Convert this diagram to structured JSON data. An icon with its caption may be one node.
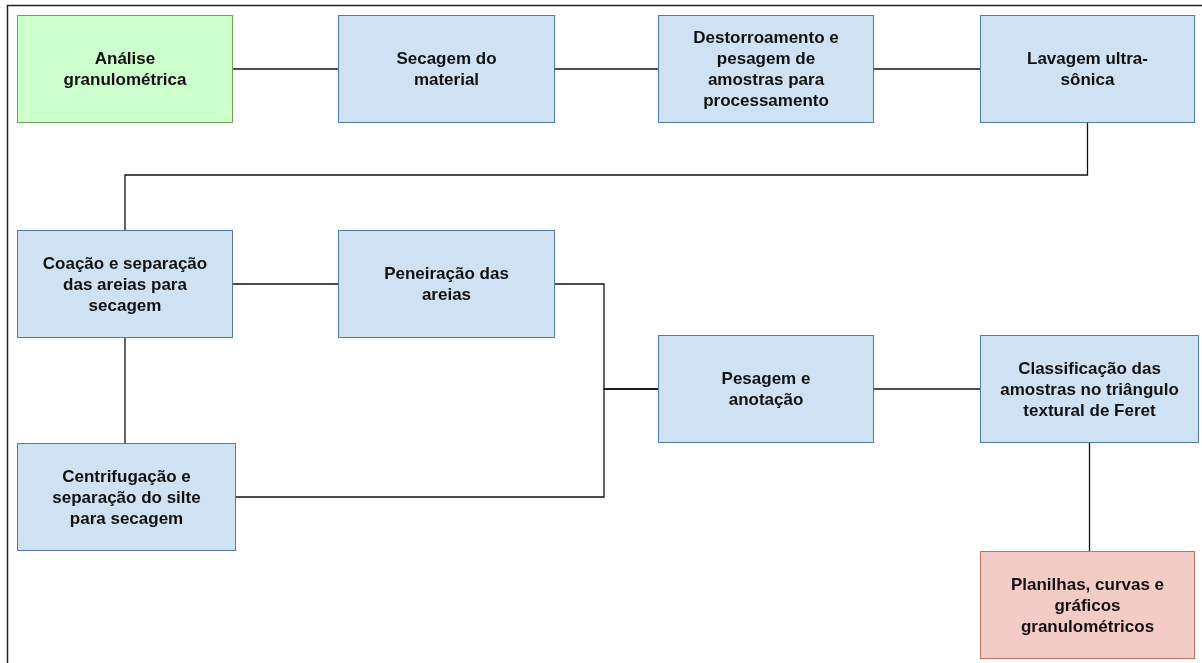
{
  "diagram": {
    "nodes": [
      {
        "text": [
          "Análise granulométrica"
        ]
      },
      {
        "text": [
          "Secagem do material"
        ]
      },
      {
        "text": [
          "Destorroamento e pesagem de amostras para processamento"
        ]
      },
      {
        "text": [
          "Lavagem ultra-sônica"
        ]
      },
      {
        "text": [
          "Coação e separação das areias para secagem"
        ]
      },
      {
        "text": [
          "Peneiração das areias"
        ]
      },
      {
        "text": [
          "Pesagem e anotação"
        ]
      },
      {
        "text": [
          "Classificação das amostras no triângulo textural de Feret"
        ]
      },
      {
        "text": [
          "Centrifugação e separação do silte para secagem"
        ]
      },
      {
        "text": [
          "Planilhas, curvas e gráficos granulométricos"
        ]
      }
    ],
    "edges": [
      {
        "from": 0,
        "to": 1,
        "arrow": "none"
      },
      {
        "from": 1,
        "to": 2,
        "arrow": "none"
      },
      {
        "from": 2,
        "to": 3,
        "arrow": "none"
      },
      {
        "from": 3,
        "to": 4,
        "arrow": "none"
      },
      {
        "from": 4,
        "to": 5,
        "arrow": "none"
      },
      {
        "from": 5,
        "to": 6,
        "arrow": "none"
      },
      {
        "from": 4,
        "to": 8,
        "arrow": "none"
      },
      {
        "from": 8,
        "to": 6,
        "arrow": "none"
      },
      {
        "from": 6,
        "to": 7,
        "arrow": "none"
      },
      {
        "from": 7,
        "to": 9,
        "arrow": "none"
      }
    ]
  }
}
